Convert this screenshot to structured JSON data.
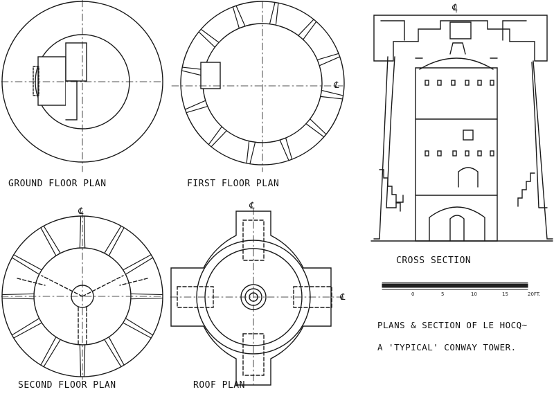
{
  "labels": {
    "ground_floor": "GROUND FLOOR PLAN",
    "first_floor": "FIRST FLOOR PLAN",
    "second_floor": "SECOND FLOOR PLAN",
    "roof": "ROOF PLAN",
    "cross_section": "CROSS SECTION",
    "caption_line1": "PLANS & SECTION OF LE HOCQ~",
    "caption_line2": "A 'TYPICAL' CONWAY TOWER."
  },
  "scale_bar": {
    "ticks": [
      "0",
      "5",
      "10",
      "15",
      "20FT."
    ]
  },
  "centerline_mark": "℄"
}
